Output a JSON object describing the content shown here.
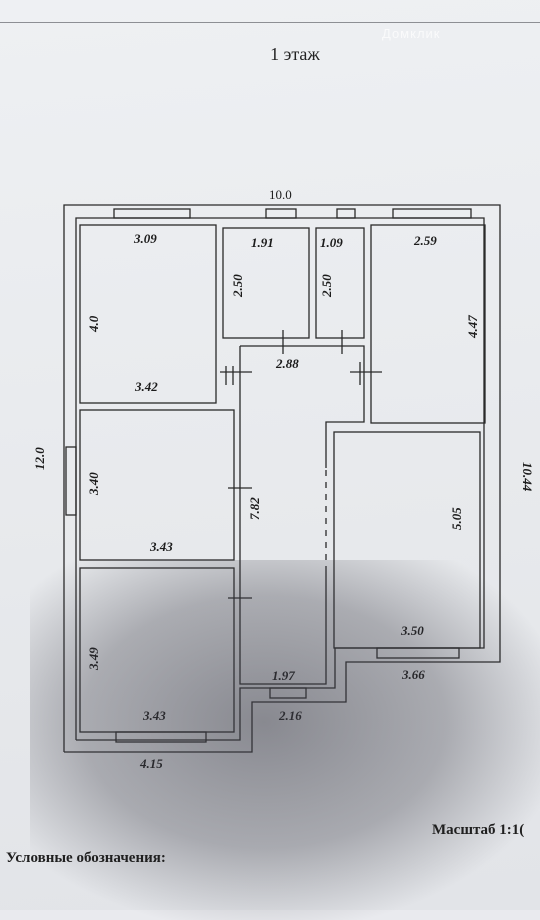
{
  "header": {
    "floor_title": "1 этаж",
    "watermark": "Домклик"
  },
  "dimensions": {
    "overall_width": "10.0",
    "overall_left_height": "12.0",
    "overall_right_height": "10.44",
    "room_nw_width": "3.09",
    "room_nw_height": "4.0",
    "room_nw_bottom": "3.42",
    "bath1_width": "1.91",
    "bath1_height": "2.50",
    "bath2_width": "1.09",
    "bath2_height": "2.50",
    "room_ne_width": "2.59",
    "room_ne_height": "4.47",
    "hall_width": "2.88",
    "room_w_height": "3.40",
    "room_w_bottom": "3.43",
    "corridor_length": "7.82",
    "room_e_height": "5.05",
    "room_e_bottom": "3.50",
    "room_sw_height": "3.49",
    "room_sw_bottom": "3.43",
    "entry_width": "1.97",
    "entry_outer": "2.16",
    "bottom_left_outer": "4.15",
    "bottom_right_outer": "3.66"
  },
  "footer": {
    "scale": "Масштаб 1:1(",
    "legend": "Условные обозначения:"
  }
}
